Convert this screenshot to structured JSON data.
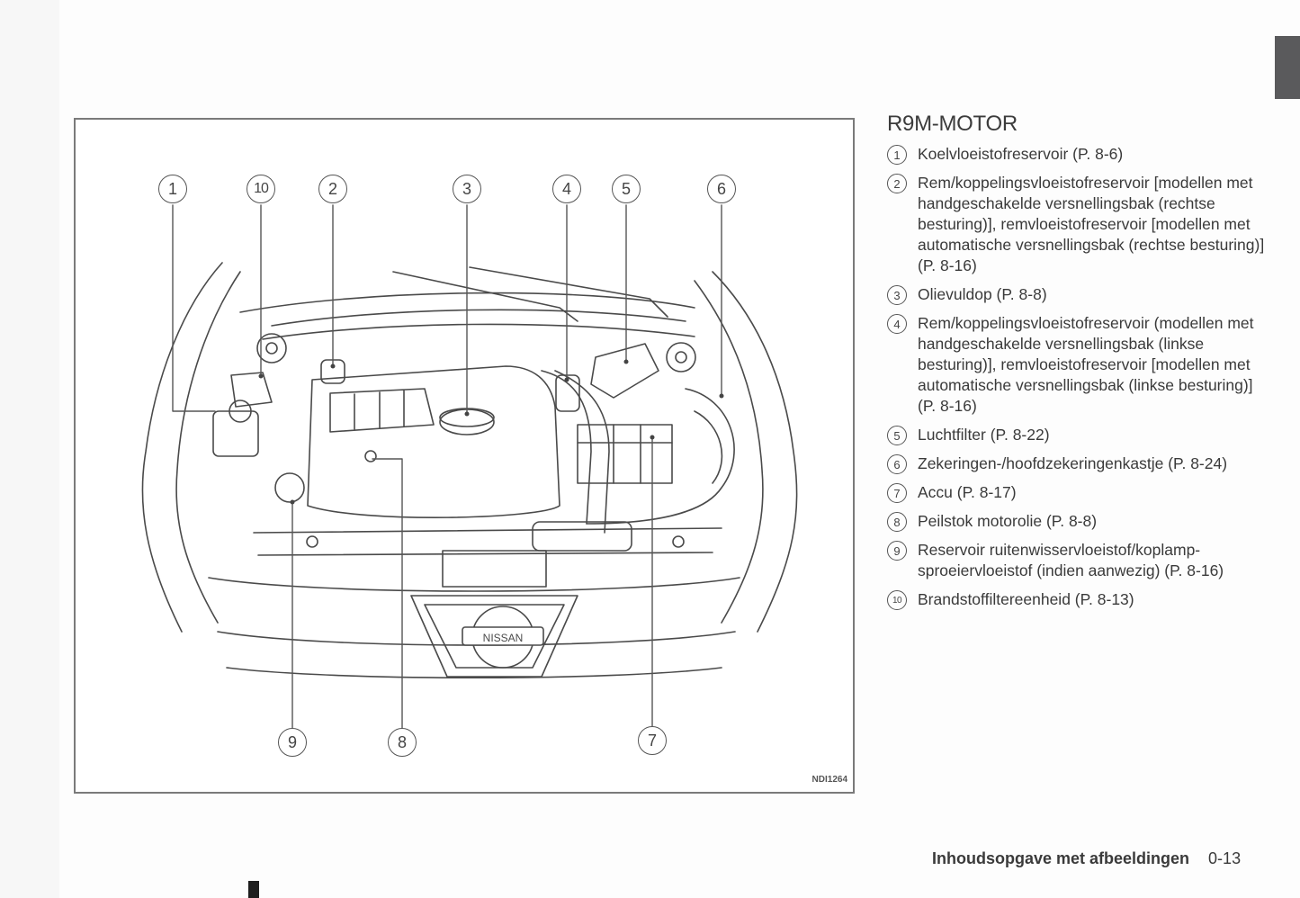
{
  "figure": {
    "code": "NDI1264",
    "logo_text": "NISSAN",
    "callouts_top": [
      "1",
      "10",
      "2",
      "3",
      "4",
      "5",
      "6"
    ],
    "callouts_bottom": [
      "9",
      "8",
      "7"
    ]
  },
  "section": {
    "title": "R9M-MOTOR",
    "items": [
      {
        "num": "1",
        "text": "Koelvloeistofreservoir (P. 8-6)"
      },
      {
        "num": "2",
        "text": "Rem/koppelingsvloeistofreservoir [modellen met handgeschakelde versnellingsbak (rechtse besturing)], remvloeistofreservoir [modellen met automatische versnellingsbak (rechtse besturing)] (P. 8-16)"
      },
      {
        "num": "3",
        "text": "Olievuldop (P. 8-8)"
      },
      {
        "num": "4",
        "text": "Rem/koppelingsvloeistofreservoir (modellen met handgeschakelde versnellingsbak (linkse besturing)], remvloeistofreservoir [modellen met automatische versnellingsbak (linkse besturing)] (P. 8-16)"
      },
      {
        "num": "5",
        "text": "Luchtfilter (P. 8-22)"
      },
      {
        "num": "6",
        "text": "Zekeringen-/hoofdzekeringenkastje (P. 8-24)"
      },
      {
        "num": "7",
        "text": "Accu (P. 8-17)"
      },
      {
        "num": "8",
        "text": "Peilstok motorolie (P. 8-8)"
      },
      {
        "num": "9",
        "text": "Reservoir ruitenwisservloeistof/koplamp-sproeiervloeistof (indien aanwezig) (P. 8-16)"
      },
      {
        "num": "10",
        "text": "Brandstoffiltereenheid (P. 8-13)"
      }
    ]
  },
  "footer": {
    "chapter": "Inhoudsopgave met afbeeldingen",
    "page": "0-13"
  }
}
